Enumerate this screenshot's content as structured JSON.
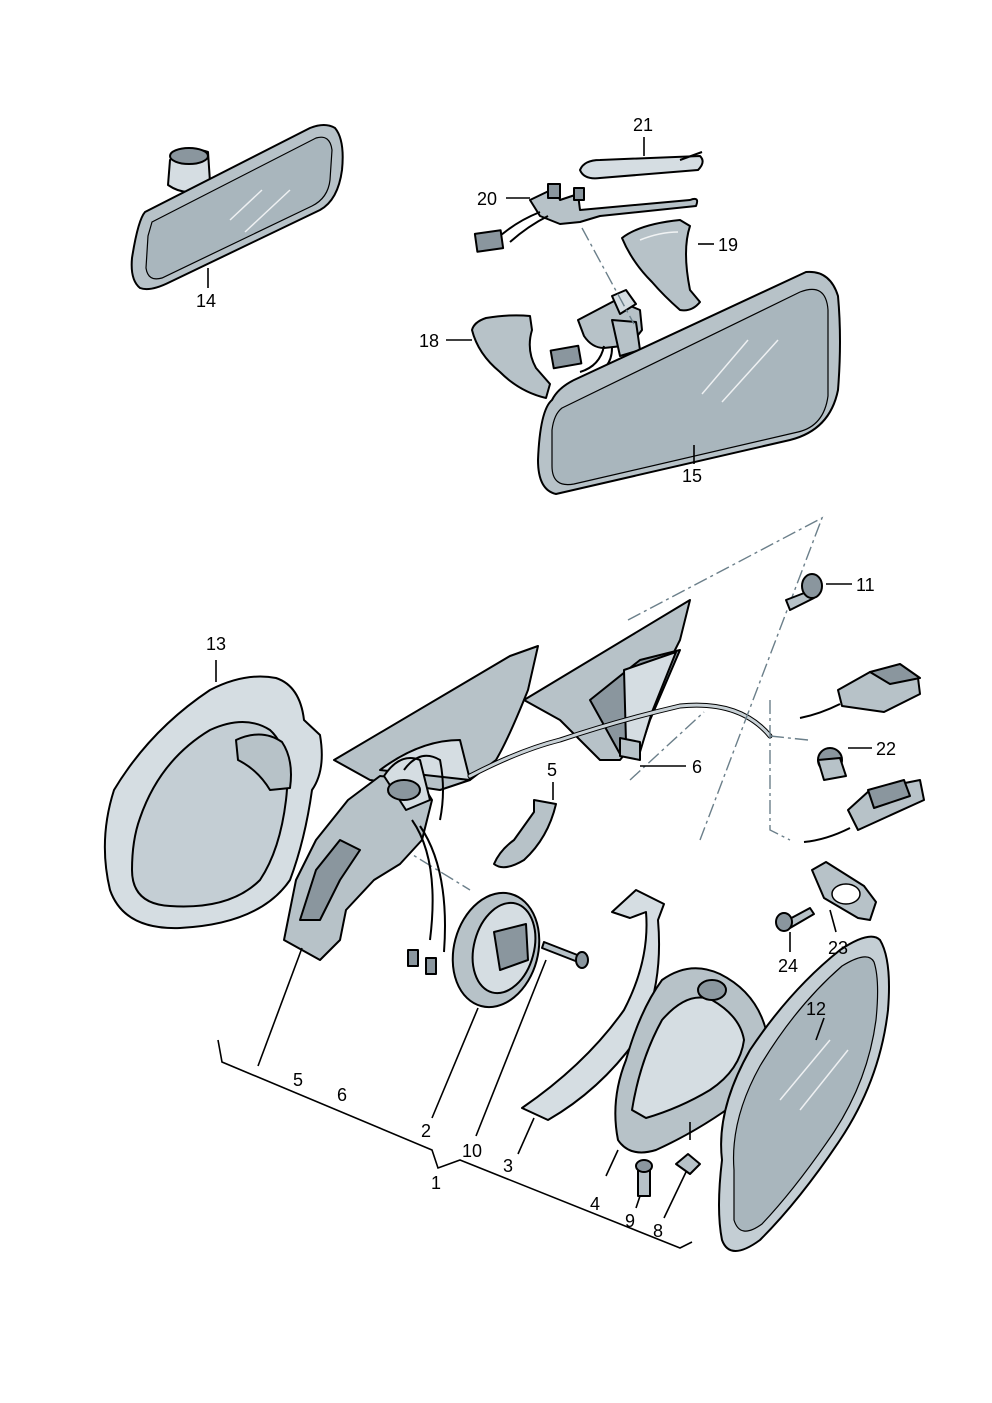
{
  "callouts": {
    "c1": "1",
    "c2": "2",
    "c3": "3",
    "c4": "4",
    "c5a": "5",
    "c5b": "5",
    "c6a": "6",
    "c6b": "6",
    "c8": "8",
    "c9": "9",
    "c10": "10",
    "c11": "11",
    "c12": "12",
    "c13": "13",
    "c14": "14",
    "c15": "15",
    "c18": "18",
    "c19": "19",
    "c20": "20",
    "c21": "21",
    "c22": "22",
    "c23": "23",
    "c24": "24"
  },
  "colors": {
    "part_fill": "#b7c2c8",
    "line": "#000000",
    "background": "#ffffff"
  }
}
